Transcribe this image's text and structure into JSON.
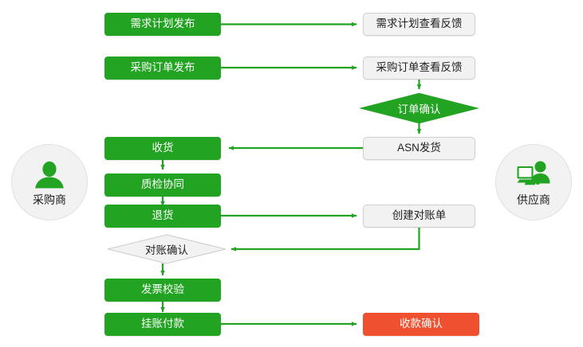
{
  "diagram": {
    "title_present": false,
    "colors": {
      "green": "#22a321",
      "red": "#ef5130",
      "gray_box_fill": "#f2f2f2",
      "gray_box_border": "#cfcfcf",
      "connector": "#22a321",
      "actor_circle_fill": "#f2f2f2",
      "white_text": "#ffffff",
      "dark_text": "#222222"
    },
    "actors": [
      {
        "id": "buyer",
        "label": "采购商",
        "icon": "person-icon",
        "side": "left"
      },
      {
        "id": "supplier",
        "label": "供应商",
        "icon": "person-at-computer-icon",
        "side": "right"
      }
    ],
    "nodes": [
      {
        "id": "demand_plan_publish",
        "label": "需求计划发布",
        "shape": "rounded-rect",
        "style": "green",
        "lane": "buyer"
      },
      {
        "id": "demand_plan_feedback",
        "label": "需求计划查看反馈",
        "shape": "rounded-rect",
        "style": "gray",
        "lane": "supplier"
      },
      {
        "id": "po_publish",
        "label": "采购订单发布",
        "shape": "rounded-rect",
        "style": "green",
        "lane": "buyer"
      },
      {
        "id": "po_feedback",
        "label": "采购订单查看反馈",
        "shape": "rounded-rect",
        "style": "gray",
        "lane": "supplier"
      },
      {
        "id": "order_confirm",
        "label": "订单确认",
        "shape": "diamond",
        "style": "green",
        "lane": "supplier"
      },
      {
        "id": "asn_shipment",
        "label": "ASN发货",
        "shape": "rounded-rect",
        "style": "gray",
        "lane": "supplier"
      },
      {
        "id": "receive_goods",
        "label": "收货",
        "shape": "rounded-rect",
        "style": "green",
        "lane": "buyer"
      },
      {
        "id": "quality_collab",
        "label": "质检协同",
        "shape": "rounded-rect",
        "style": "green",
        "lane": "buyer"
      },
      {
        "id": "return_goods",
        "label": "退货",
        "shape": "rounded-rect",
        "style": "green",
        "lane": "buyer"
      },
      {
        "id": "create_statement",
        "label": "创建对账单",
        "shape": "rounded-rect",
        "style": "gray",
        "lane": "supplier"
      },
      {
        "id": "statement_confirm",
        "label": "对账确认",
        "shape": "diamond",
        "style": "gray",
        "lane": "buyer"
      },
      {
        "id": "invoice_check",
        "label": "发票校验",
        "shape": "rounded-rect",
        "style": "green",
        "lane": "buyer"
      },
      {
        "id": "payable_payment",
        "label": "挂账付款",
        "shape": "rounded-rect",
        "style": "green",
        "lane": "buyer"
      },
      {
        "id": "payment_confirm",
        "label": "收款确认",
        "shape": "rounded-rect",
        "style": "red",
        "lane": "supplier"
      }
    ],
    "edges": [
      {
        "from": "demand_plan_publish",
        "to": "demand_plan_feedback",
        "direction": "right"
      },
      {
        "from": "po_publish",
        "to": "po_feedback",
        "direction": "right"
      },
      {
        "from": "po_feedback",
        "to": "order_confirm",
        "direction": "down"
      },
      {
        "from": "order_confirm",
        "to": "asn_shipment",
        "direction": "down"
      },
      {
        "from": "asn_shipment",
        "to": "receive_goods",
        "direction": "left"
      },
      {
        "from": "receive_goods",
        "to": "quality_collab",
        "direction": "down"
      },
      {
        "from": "quality_collab",
        "to": "return_goods",
        "direction": "down"
      },
      {
        "from": "return_goods",
        "to": "create_statement",
        "direction": "right"
      },
      {
        "from": "create_statement",
        "to": "statement_confirm",
        "direction": "down-left"
      },
      {
        "from": "statement_confirm",
        "to": "invoice_check",
        "direction": "down"
      },
      {
        "from": "invoice_check",
        "to": "payable_payment",
        "direction": "down"
      },
      {
        "from": "payable_payment",
        "to": "payment_confirm",
        "direction": "right"
      }
    ]
  }
}
